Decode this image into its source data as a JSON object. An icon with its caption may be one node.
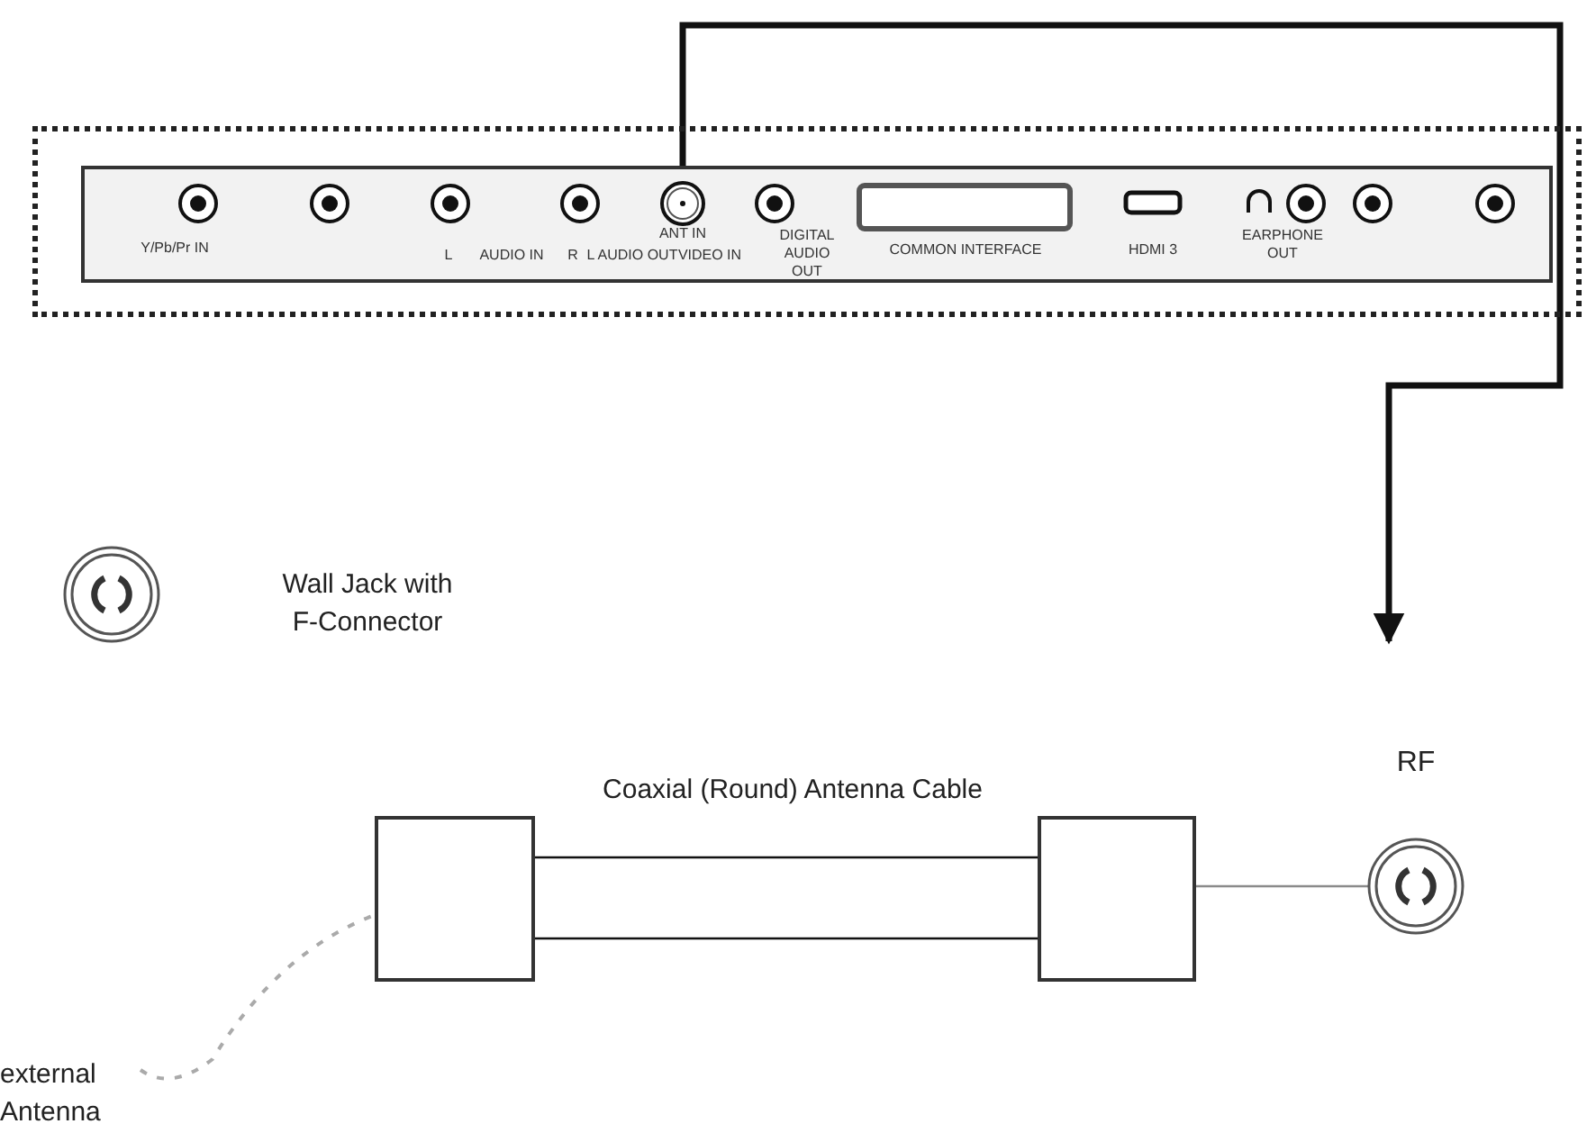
{
  "diagram": {
    "nodes": [
      {
        "text": [],
        "shape": "box"
      },
      {
        "text": [
          "ANT IN"
        ],
        "in": 0
      },
      {
        "text": [],
        "shape": "circle"
      },
      {
        "text": [
          "RF"
        ]
      },
      {
        "text": [],
        "shape": "box"
      },
      {
        "text": [],
        "shape": "box"
      },
      {
        "text": [
          "external Antenna"
        ]
      }
    ],
    "edges": [
      {
        "from": 1,
        "to": null,
        "arrow": "to",
        "style": "thick"
      },
      {
        "from": 4,
        "to": 5,
        "arrow": "none",
        "label": "Coaxial (Round) Antenna Cable"
      },
      {
        "from": 5,
        "to": 3,
        "arrow": "none",
        "color": "#8a8a8a"
      },
      {
        "from": 6,
        "to": 4,
        "arrow": "none",
        "style": "dashed",
        "color": "#aaaaaa"
      }
    ],
    "labels": [
      "Wall Jack with F-Connector",
      "Y/Pb/Pr IN",
      "L",
      "AUDIO IN",
      "R",
      "L",
      "AUDIO OUT",
      "VIDEO IN",
      "DIGITAL AUDIO OUT",
      "COMMON INTERFACE",
      "HDMI 3",
      "EARPHONE OUT"
    ]
  }
}
